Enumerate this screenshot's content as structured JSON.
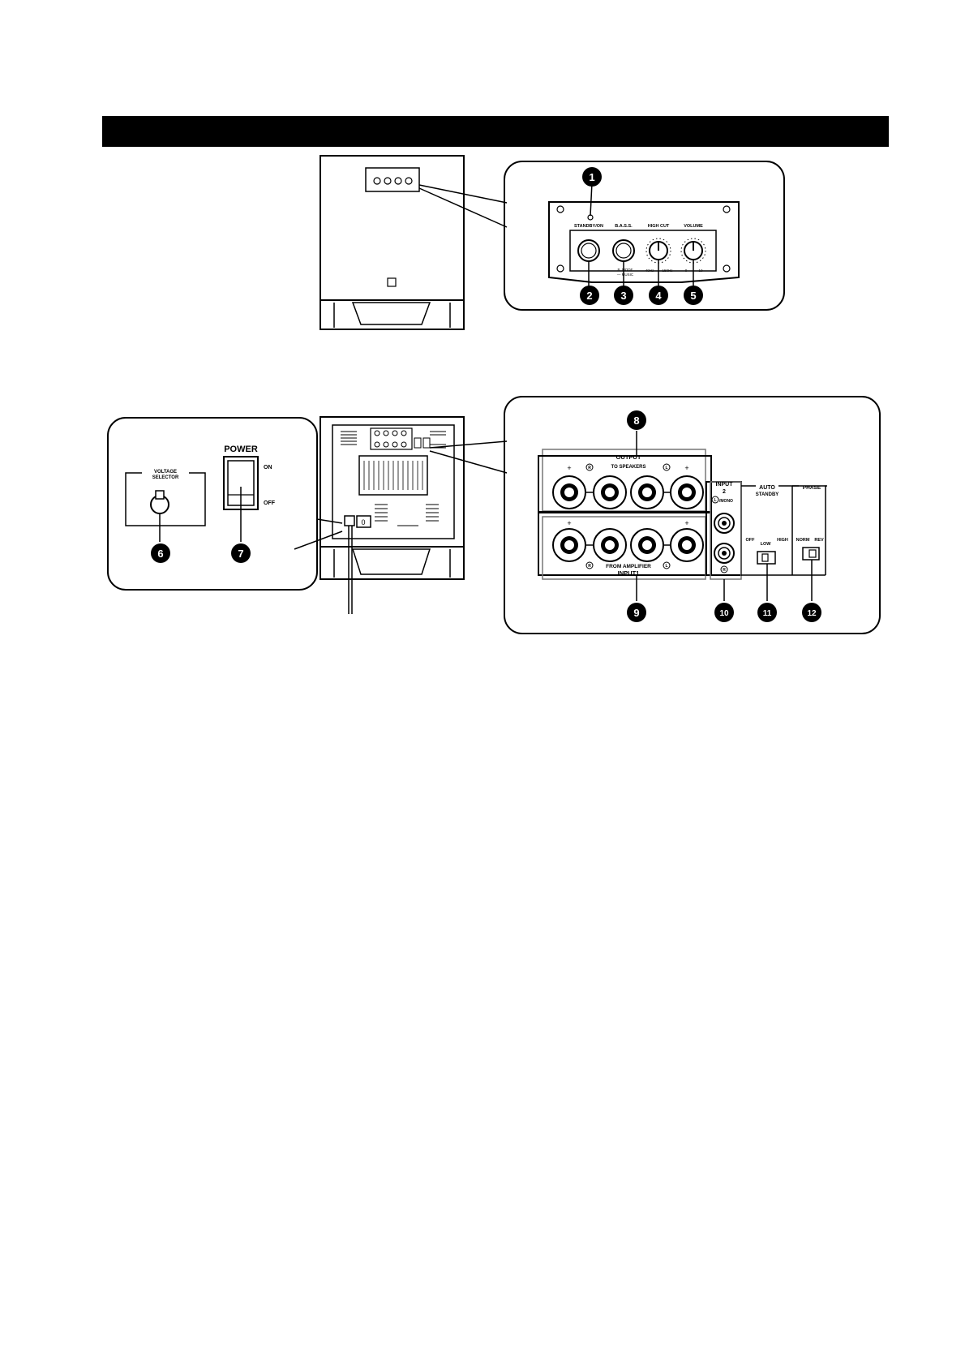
{
  "header_bar": {
    "color": "#000000"
  },
  "front_panel": {
    "labels": {
      "standby_on": "STANDBY/ON",
      "bass": "B.A.S.S.",
      "high_cut": "HIGH CUT",
      "volume": "VOLUME",
      "bass_mode_1": "B. MODE",
      "bass_mode_2": "— MUSIC",
      "high_cut_min": "40Hz",
      "high_cut_max": "150Hz",
      "volume_min": "0",
      "volume_max": "10"
    }
  },
  "rear_left_panel": {
    "voltage_selector_1": "VOLTAGE",
    "voltage_selector_2": "SELECTOR",
    "power": "POWER",
    "on": "ON",
    "off": "OFF",
    "power_plug": "0"
  },
  "rear_right_panel": {
    "output": "OUTPUT",
    "to_speakers": "TO SPEAKERS",
    "from_amplifier": "FROM AMPLIFIER",
    "input1": "INPUT1",
    "input2_1": "INPUT",
    "input2_2": "2",
    "mono": "/MONO",
    "auto_standby_1": "AUTO",
    "auto_standby_2": "STANDBY",
    "off": "OFF",
    "low": "LOW",
    "high": "HIGH",
    "phase": "PHASE",
    "norm": "NORM",
    "rev": "REV",
    "plus": "+",
    "r": "R",
    "l": "L"
  },
  "callouts": [
    "1",
    "2",
    "3",
    "4",
    "5",
    "6",
    "7",
    "8",
    "9",
    "10",
    "11",
    "12"
  ]
}
